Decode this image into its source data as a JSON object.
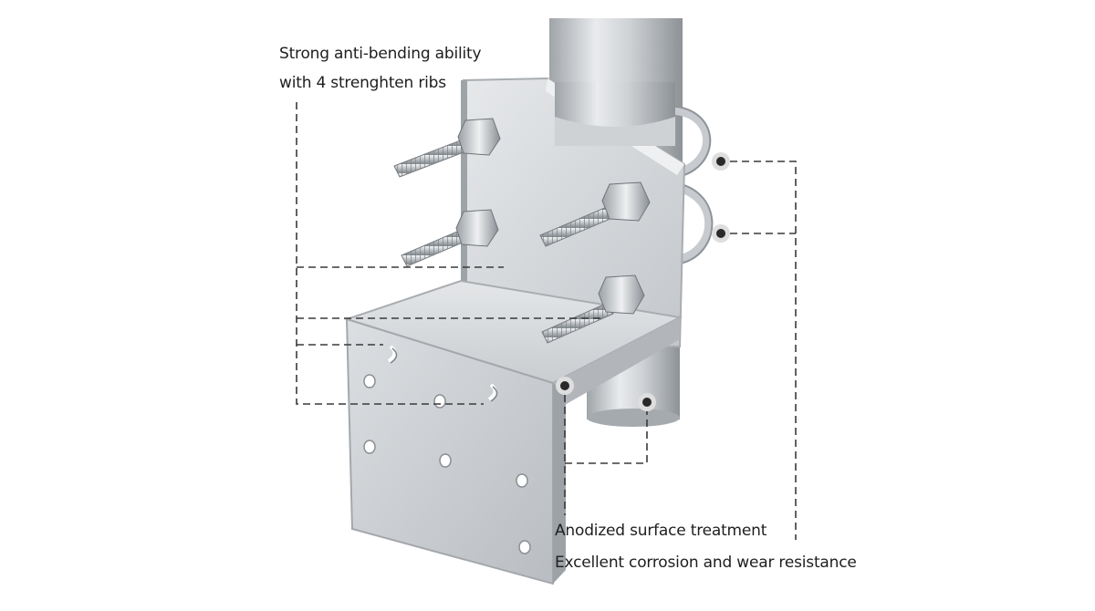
{
  "callouts": {
    "ribs": {
      "line1": "Strong anti-bending ability",
      "line2": "with 4 strenghten ribs"
    },
    "surface": {
      "line1": "Anodized surface treatment",
      "line2": "Excellent corrosion and wear resistance"
    }
  },
  "colors": {
    "background": "#ffffff",
    "metal": "#d2d5d8",
    "leader_line": "#3a3a3a",
    "text": "#1e1e1e"
  }
}
